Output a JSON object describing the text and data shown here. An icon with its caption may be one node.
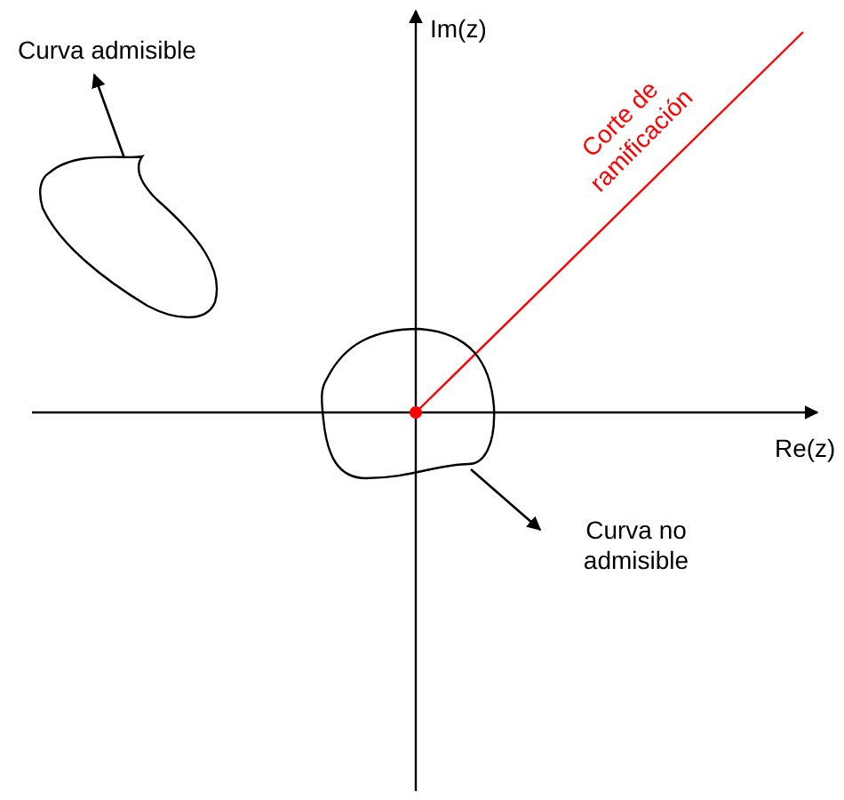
{
  "diagram": {
    "nodes": [
      {
        "text": [
          "Curva admisible"
        ]
      },
      {
        "text": [],
        "shape": "curve"
      },
      {
        "text": [],
        "shape": "curve"
      },
      {
        "text": [
          "Curva no admisible"
        ]
      }
    ],
    "edges": [
      {
        "from": 1,
        "to": 0,
        "arrow": "to"
      },
      {
        "from": 2,
        "to": 3,
        "arrow": "to"
      }
    ],
    "labels": [
      "Im(z)",
      "Re(z)",
      "Corte de ramificación"
    ]
  }
}
